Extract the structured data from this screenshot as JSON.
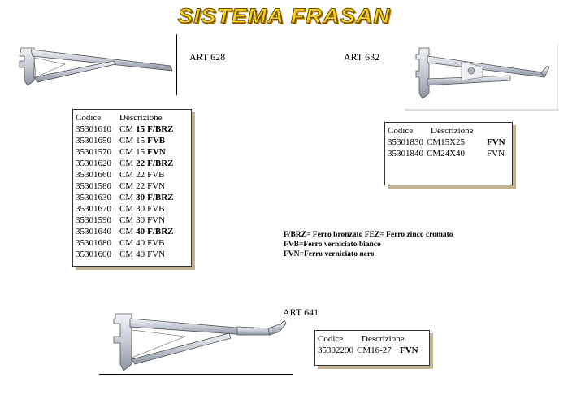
{
  "title": "SISTEMA FRASAN",
  "articles": [
    {
      "label": "ART 628"
    },
    {
      "label": "ART 632"
    },
    {
      "label": "ART 641"
    }
  ],
  "table_628": {
    "header": {
      "code": "Codice",
      "desc": "Descrizione"
    },
    "rows": [
      {
        "code": "35301610",
        "cm": "CM",
        "size": "15",
        "fin": "F/BRZ"
      },
      {
        "code": "35301650",
        "cm": "CM",
        "size": "15",
        "fin": "FVB"
      },
      {
        "code": "35301570",
        "cm": "CM",
        "size": "15",
        "fin": "FVN"
      },
      {
        "code": "35301620",
        "cm": "CM",
        "size": "22",
        "fin": "F/BRZ"
      },
      {
        "code": "35301660",
        "cm": "CM",
        "size": "22",
        "fin": "FVB"
      },
      {
        "code": "35301580",
        "cm": "CM",
        "size": "22",
        "fin": "FVN"
      },
      {
        "code": "35301630",
        "cm": "CM",
        "size": "30",
        "fin": "F/BRZ"
      },
      {
        "code": "35301670",
        "cm": "CM",
        "size": "30",
        "fin": "FVB"
      },
      {
        "code": "35301590",
        "cm": "CM",
        "size": "30",
        "fin": "FVN"
      },
      {
        "code": "35301640",
        "cm": "CM",
        "size": "40",
        "fin": "F/BRZ"
      },
      {
        "code": "35301680",
        "cm": "CM",
        "size": "40",
        "fin": "FVB"
      },
      {
        "code": "35301600",
        "cm": "CM",
        "size": "40",
        "fin": "FVN"
      }
    ]
  },
  "table_632": {
    "header": {
      "code": "Codice",
      "desc": "Descrizione"
    },
    "rows": [
      {
        "code": "35301830",
        "desc": "CM15X25",
        "fin": "FVN"
      },
      {
        "code": "35301840",
        "desc": "CM24X40",
        "fin": "FVN"
      }
    ]
  },
  "table_641": {
    "header": {
      "code": "Codice",
      "desc": "Descrizione"
    },
    "rows": [
      {
        "code": "35302290",
        "desc": "CM16-27",
        "fin": "FVN"
      }
    ]
  },
  "legend": {
    "line1": "F/BRZ= Ferro bronzato FEZ= Ferro zinco cromato",
    "line2": "FVB=Ferro verniciato bianco",
    "line3": "FVN=Ferro verniciato nero"
  },
  "colors": {
    "title_fill": "#f2d21a",
    "title_outline": "#6b4a00",
    "box_shadow": "#c2b193",
    "bracket_metal": "#cfd3dc"
  }
}
